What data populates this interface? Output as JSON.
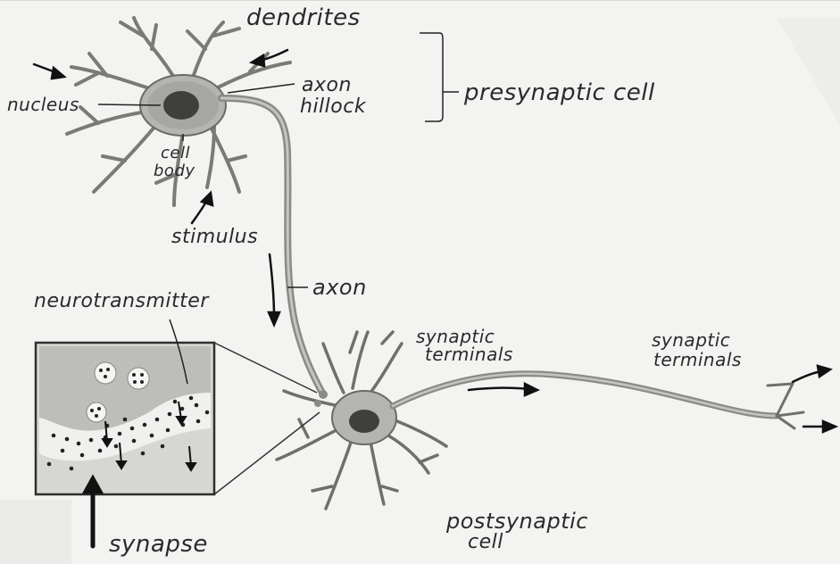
{
  "labels": {
    "dendrites": "dendrites",
    "nucleus": "nucleus",
    "axon_hillock_1": "axon",
    "axon_hillock_2": "hillock",
    "presynaptic_cell": "presynaptic cell",
    "cell_body_1": "cell",
    "cell_body_2": "body",
    "stimulus": "stimulus",
    "axon": "axon",
    "neurotransmitter": "neurotransmitter",
    "synaptic_terminals_mid_1": "synaptic",
    "synaptic_terminals_mid_2": "terminals",
    "synaptic_terminals_right_1": "synaptic",
    "synaptic_terminals_right_2": "terminals",
    "postsynaptic_1": "postsynaptic",
    "postsynaptic_2": "cell",
    "synapse": "synapse"
  },
  "colors": {
    "paper": "#f3f3f1",
    "neuron_fill": "#b9b9b6",
    "neuron_dark": "#6d6d6a",
    "nucleus": "#3d3d3b",
    "ink": "#222222",
    "inset_bg": "#d2d2cf",
    "inset_cleft": "#f0f0ee"
  }
}
